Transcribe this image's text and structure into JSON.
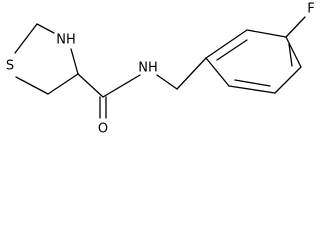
{
  "molecule": {
    "atoms": {
      "sulfur": "S",
      "ring_nitrogen": "NH",
      "amide_nitrogen": "NH",
      "carbonyl_oxygen": "O",
      "fluorine": "F"
    }
  },
  "colors": {
    "bond": "#000000",
    "text": "#000000",
    "background": "#ffffff"
  }
}
